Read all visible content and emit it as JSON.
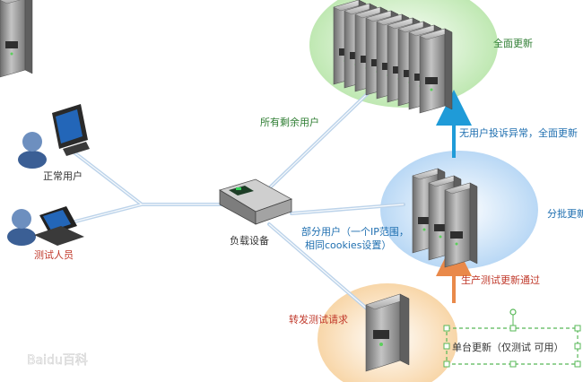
{
  "labels": {
    "normal_user": "正常用户",
    "tester": "测试人员",
    "load_balancer": "负载设备",
    "remaining_users": "所有剩余用户",
    "partial_users_line1": "部分用户（一个IP范围，",
    "partial_users_line2": "相同cookies设置）",
    "forward_test": "转发测试请求",
    "full_update": "全面更新",
    "no_complaint": "无用户投诉异常，全面更新",
    "batch_update": "分批更新",
    "prod_test_pass": "生产测试更新通过",
    "single_update": "单台更新（仅测试 可用）",
    "watermark": "Baidu百科"
  },
  "colors": {
    "normal_label": "#333333",
    "tester_label": "#c0392b",
    "green_text": "#2e7d32",
    "blue_text": "#1f6fb0",
    "red_text": "#c0392b",
    "arrow_blue": "#1f9bd8",
    "arrow_orange": "#e9894a",
    "ellipse_green": "#cfeec6",
    "ellipse_blue": "#cfe3f7",
    "ellipse_orange": "#fbe3c4",
    "network_line": "#bcd3ea"
  },
  "icons": {
    "normal_user": "user-desktop-icon",
    "tester": "user-laptop-icon",
    "load_balancer": "load-balancer-icon",
    "server_cluster_full": "server-rack-cluster-icon",
    "server_cluster_batch": "server-group-icon",
    "server_single": "server-icon"
  }
}
